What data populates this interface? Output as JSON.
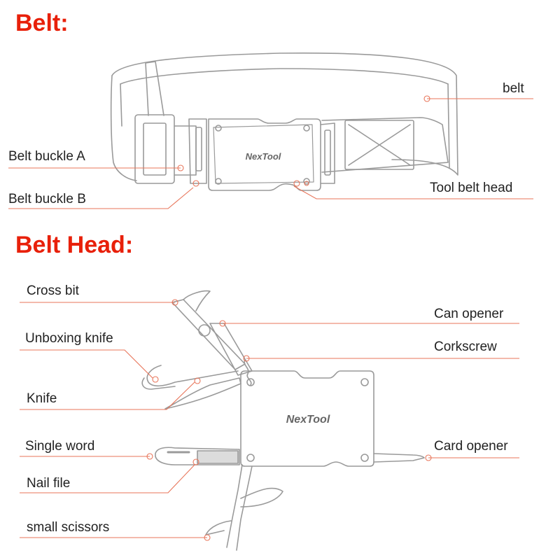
{
  "sections": {
    "belt": "Belt:",
    "belt_head": "Belt Head:"
  },
  "belt_labels": {
    "belt": "belt",
    "buckle_a": "Belt buckle A",
    "buckle_b": "Belt buckle B",
    "tool_head": "Tool belt head"
  },
  "head_labels": {
    "cross_bit": "Cross bit",
    "can_opener": "Can opener",
    "unboxing_knife": "Unboxing knife",
    "corkscrew": "Corkscrew",
    "knife": "Knife",
    "single_word": "Single word",
    "card_opener": "Card opener",
    "nail_file": "Nail file",
    "small_scissors": "small scissors"
  },
  "brand": {
    "logo_text": "NexTool"
  },
  "colors": {
    "title": "#e8200a",
    "callout": "#e8755a",
    "outline": "#9a9a9a",
    "text": "#222222"
  }
}
